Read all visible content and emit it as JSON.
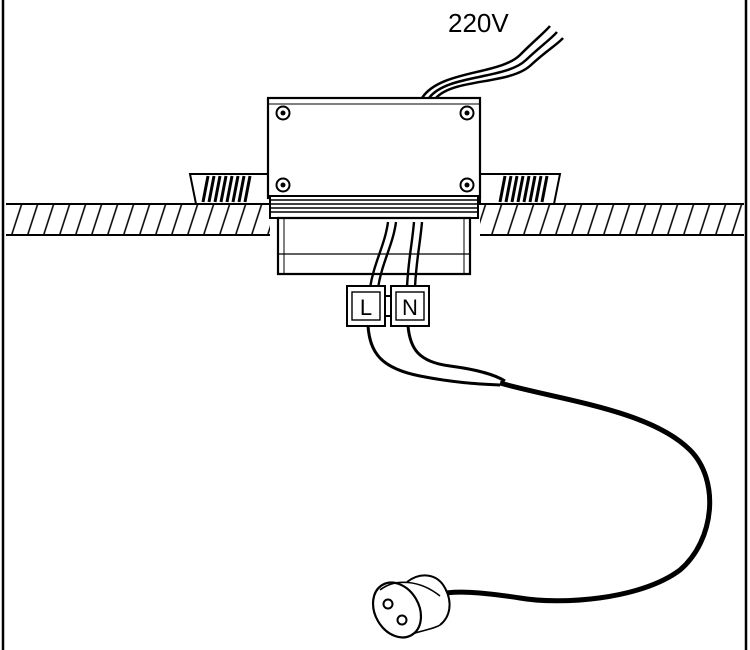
{
  "labels": {
    "voltage": "220V",
    "live": "L",
    "neutral": "N"
  },
  "colors": {
    "line": "#000000",
    "body": "#ffffff",
    "ceiling_hatch": "#000000",
    "wire": "#111111"
  },
  "icons": [
    "screw-icon",
    "spring-clip-icon",
    "gu10-socket-icon",
    "terminal-block-icon"
  ]
}
